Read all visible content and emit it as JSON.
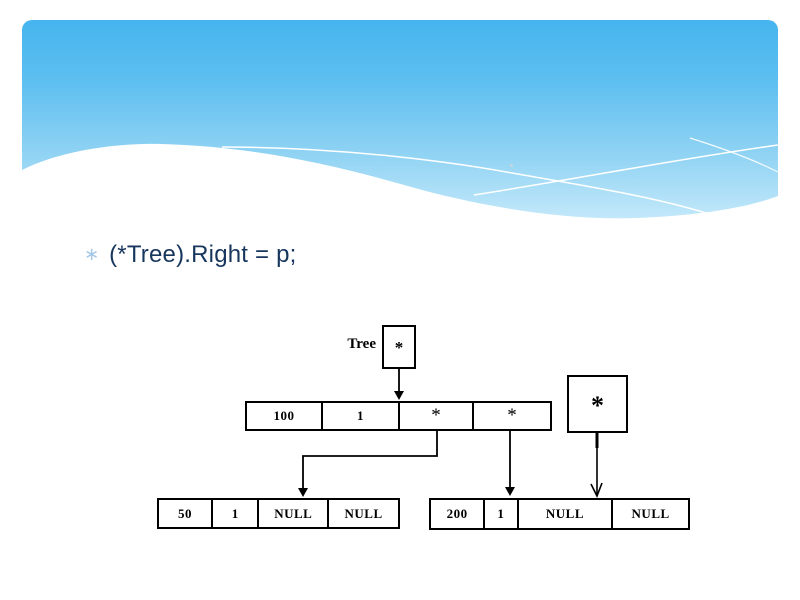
{
  "slide": {
    "bullet_marker": "∗",
    "bullet_text": "(*Tree).Right = p;"
  },
  "diagram": {
    "tree_label": "Tree",
    "tree_pointer_value": "*",
    "p_pointer_value": "*",
    "root_node": {
      "cells": [
        "100",
        "1",
        "*",
        "*"
      ]
    },
    "left_child": {
      "cells": [
        "50",
        "1",
        "NULL",
        "NULL"
      ]
    },
    "right_child": {
      "cells": [
        "200",
        "1",
        "NULL",
        "NULL"
      ]
    }
  },
  "colors": {
    "text": "#17365d",
    "bullet_marker": "#a5c8e6",
    "header_gradient_top": "#45b4ee",
    "header_gradient_bottom": "#cdecfb",
    "wave": "#ffffff",
    "diagram_line": "#000000"
  }
}
